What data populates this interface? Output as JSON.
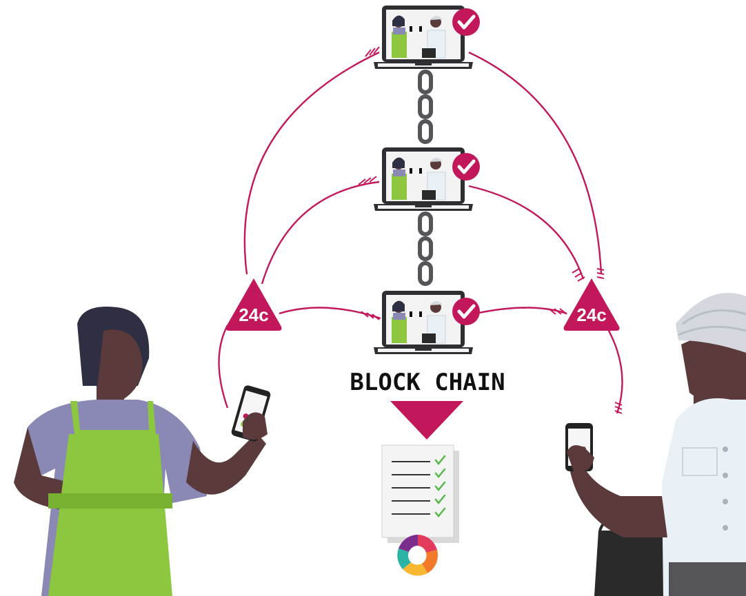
{
  "diagram": {
    "caption": "BLOCK CHAIN",
    "token_label": "24c",
    "colors": {
      "accent": "#c2185b",
      "chain": "#555559",
      "laptop": "#2e2e33",
      "apron": "#8dc63f",
      "skin": "#5a3a3a",
      "hair": "#2f2f44",
      "shirt_woman": "#8a88b4",
      "shirt_man": "#e9f1f7",
      "turban": "#d4d8de",
      "check_green": "#55b848"
    },
    "nodes": [
      {
        "name": "laptop-top",
        "verified": true
      },
      {
        "name": "laptop-middle",
        "verified": true
      },
      {
        "name": "laptop-bottom",
        "verified": true
      }
    ],
    "ledger_lines": 5,
    "logo": "color-wheel-logo"
  }
}
